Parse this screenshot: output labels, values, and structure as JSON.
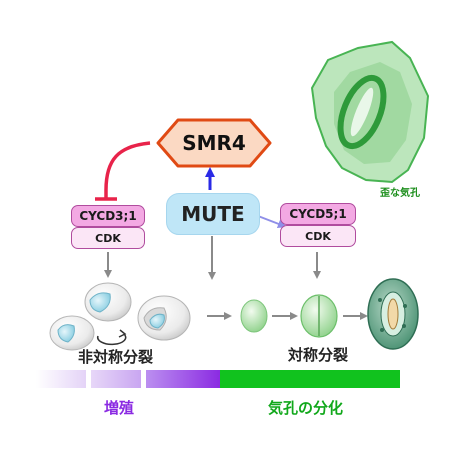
{
  "nodes": {
    "smr4": "SMR4",
    "mute": "MUTE",
    "cycd3_1": "CYCD3;1",
    "cycd5_1": "CYCD5;1",
    "cdk_left": "CDK",
    "cdk_right": "CDK"
  },
  "captions": {
    "asymmetric_division": "非対称分裂",
    "symmetric_division": "対称分裂",
    "distorted_stomata": "歪な気孔"
  },
  "phases": {
    "proliferation": "増殖",
    "stomatal_differentiation": "気孔の分化"
  },
  "colors": {
    "inhibition_arrow": "#e8234a",
    "activation_arrow": "#2a2ae6",
    "weak_activation_arrow": "#8f8fe8",
    "flow_arrow": "#8a8a8a",
    "proliferation_bar": "#8b2be2",
    "differentiation_bar": "#11c21e",
    "smr4_fill": "#fbd9c3",
    "smr4_border": "#e04a14"
  }
}
